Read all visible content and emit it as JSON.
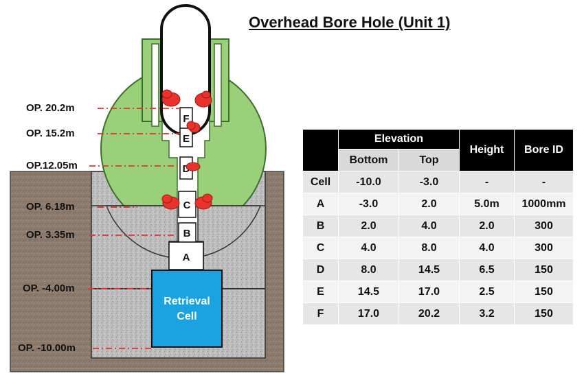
{
  "title": "Overhead Bore Hole (Unit 1)",
  "op_levels": [
    "OP. 20.2m",
    "OP. 15.2m",
    "OP.12.05m",
    "OP. 6.18m",
    "OP. 3.35m",
    "OP. -4.00m",
    "OP. -10.00m"
  ],
  "cell_letters": [
    "F",
    "E",
    "D",
    "C",
    "B",
    "A"
  ],
  "retrieval_cell": {
    "line1": "Retrieval",
    "line2": "Cell"
  },
  "colors": {
    "concrete": "#8c7b6c",
    "granite": "#b9b9b9",
    "green": "#9bd07a",
    "green_stroke": "#3b6e2a",
    "retrieval": "#1aa3e0",
    "red": "#e8322b"
  },
  "table": {
    "headers": {
      "col0": "",
      "elevation": "Elevation",
      "height": "Height",
      "bore_id": "Bore ID",
      "bottom": "Bottom",
      "top": "Top"
    },
    "rows": [
      {
        "name": "Cell",
        "bottom": "-10.0",
        "top": "-3.0",
        "height": "-",
        "bore_id": "-"
      },
      {
        "name": "A",
        "bottom": "-3.0",
        "top": "2.0",
        "height": "5.0m",
        "bore_id": "1000mm"
      },
      {
        "name": "B",
        "bottom": "2.0",
        "top": "4.0",
        "height": "2.0",
        "bore_id": "300"
      },
      {
        "name": "C",
        "bottom": "4.0",
        "top": "8.0",
        "height": "4.0",
        "bore_id": "300"
      },
      {
        "name": "D",
        "bottom": "8.0",
        "top": "14.5",
        "height": "6.5",
        "bore_id": "150"
      },
      {
        "name": "E",
        "bottom": "14.5",
        "top": "17.0",
        "height": "2.5",
        "bore_id": "150"
      },
      {
        "name": "F",
        "bottom": "17.0",
        "top": "20.2",
        "height": "3.2",
        "bore_id": "150"
      }
    ]
  }
}
